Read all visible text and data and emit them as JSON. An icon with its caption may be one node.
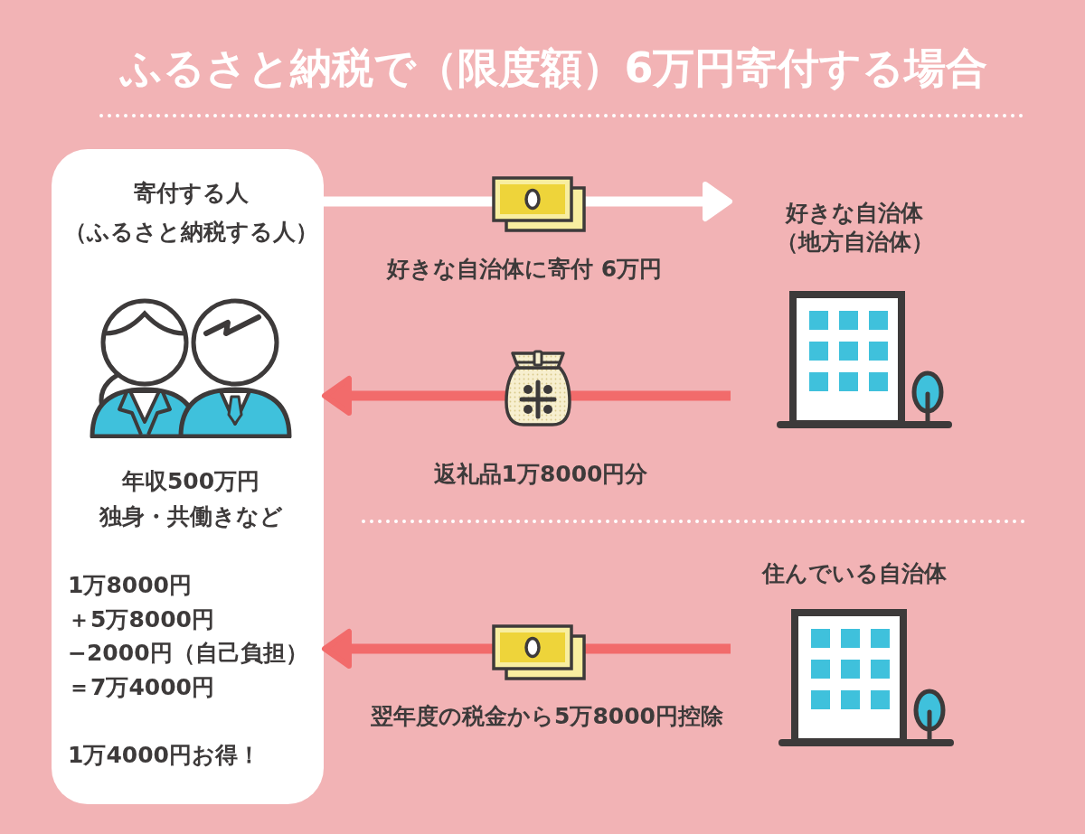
{
  "diagram": {
    "title": "ふるさと納税で（限度額）6万円寄付する場合",
    "nodes": [
      {
        "text": [
          "寄付する人（ふるさと納税する人）",
          "年収500万円独身・共働きなど",
          "1万8000円＋5万8000円−2000円（自己負担）＝7万4000円",
          "1万4000円お得！"
        ]
      },
      {
        "text": [
          "好きな自治体（地方自治体）"
        ]
      },
      {
        "text": [
          "住んでいる自治体"
        ]
      }
    ],
    "edges": [
      {
        "from": 0,
        "to": 1,
        "arrow": "to",
        "label": "好きな自治体に寄付 6万円",
        "color": "#ffffff"
      },
      {
        "from": 1,
        "to": 0,
        "arrow": "to",
        "label": "返礼品1万8000円分"
      },
      {
        "from": 2,
        "to": 0,
        "arrow": "to",
        "label": "翌年度の税金から5万8000円控除"
      }
    ]
  }
}
